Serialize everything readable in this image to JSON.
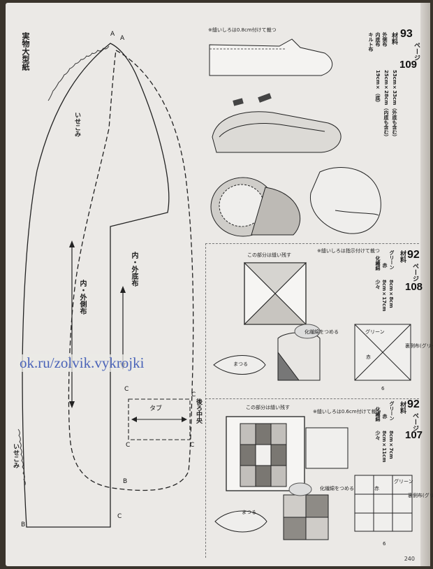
{
  "left_pattern": {
    "title": "実物大型紙",
    "label_isekomi_top": "いせこみ",
    "label_sole": "内・外底布",
    "label_side": "内・外側布",
    "label_tab": "タブ",
    "label_back_center": "後ろ中央",
    "label_isekomi_bottom": "いせこみ",
    "point_A1": "A",
    "point_A2": "A",
    "point_B1": "B",
    "point_B2": "B",
    "point_C": "C"
  },
  "section_93": {
    "note": "※縫いしろは0.8cm付けて裁つ",
    "page_label": "93",
    "page_kanji": "ページ",
    "page_sub": "109",
    "materials_label": "材料",
    "materials": [
      "外側布",
      "内底布",
      "キルト布"
    ],
    "sizes": [
      "53cm×33cm（外底も含む）",
      "25cm×28cm（内底も含む）",
      "19cm×（底）"
    ]
  },
  "section_92a": {
    "note": "※縫いしろは指示付けて裁つ",
    "page_label": "92",
    "page_kanji": "ページ",
    "page_sub": "108",
    "materials_label": "材料",
    "materials": [
      "グリーン",
      "赤",
      "化繊綿"
    ],
    "sizes": [
      "8cm×8cm",
      "8cm×17cm",
      "少々"
    ],
    "legend_green": "グリーン",
    "legend_red": "赤",
    "legend_right": "裏側布(グリーン)",
    "dim": "6",
    "label_mark": "まつる",
    "label_cotton": "化繊綿をつめる",
    "label_open": "この部分は縫い残す"
  },
  "section_92b": {
    "note": "※縫いしろは0.6cm付けて裁つ",
    "page_label": "92",
    "page_kanji": "ページ",
    "page_sub": "107",
    "materials_label": "材料",
    "materials": [
      "グリーン",
      "赤",
      "化繊綿"
    ],
    "sizes": [
      "8cm×7cm",
      "8cm×11cm",
      "少々"
    ],
    "legend_green": "グリーン",
    "legend_red": "赤",
    "legend_right": "裏側布(グリーン)",
    "dim": "6",
    "label_mark": "まつる",
    "label_cotton": "化繊綿をつめる",
    "label_open": "この部分は縫い残す"
  },
  "watermark": "ok.ru/zolvik.vykrojki",
  "page_number": "240"
}
